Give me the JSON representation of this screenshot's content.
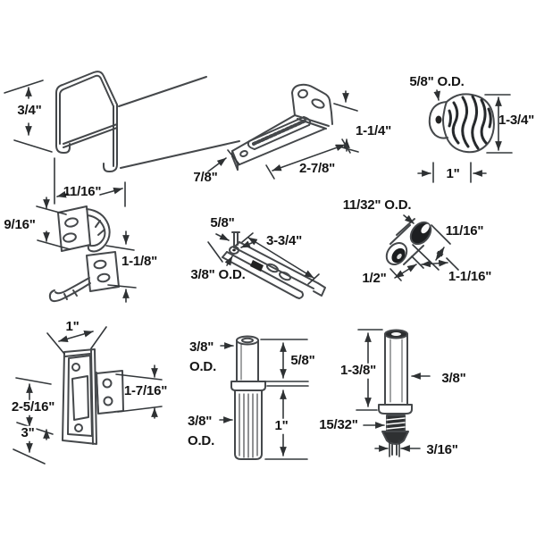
{
  "canvas": {
    "background": "#ffffff",
    "line_color": "#45484b",
    "dim_line_color": "#34383b",
    "text_color": "#141414"
  },
  "parts": {
    "top_track": {
      "dims": {
        "height": "3/4\"",
        "width": "11/16\"",
        "depth": "7/8\""
      }
    },
    "bottom_bracket": {
      "dims": {
        "flange_height": "1-1/4\"",
        "length": "2-7/8\""
      }
    },
    "knob": {
      "dims": {
        "outer_diameter": "5/8\" O.D.",
        "height": "1-3/4\"",
        "width": "1\""
      }
    },
    "corner_brackets": {
      "dims": {
        "upper_height": "9/16\"",
        "lower_height": "1-1/8\""
      }
    },
    "floor_bracket": {
      "dims": {
        "pin_height": "5/8\"",
        "length": "3-3/4\"",
        "pin_od": "3/8\" O.D."
      }
    },
    "roller_guide": {
      "dims": {
        "wheel_od": "11/32\" O.D.",
        "wheel_width": "11/16\"",
        "hub_length": "1/2\"",
        "overall_length": "1-1/16\""
      }
    },
    "hinge": {
      "dims": {
        "top_width": "1\"",
        "hole_spacing": "2-5/16\"",
        "height": "3\"",
        "leaf_height": "1-7/16\""
      }
    },
    "pivot_pin": {
      "dims": {
        "top_od": "3/8\"\nO.D.",
        "top_length": "5/8\"",
        "shaft_od": "3/8\"\nO.D.",
        "shaft_length": "1\""
      }
    },
    "spring_pivot": {
      "dims": {
        "body_length": "1-3/8\"",
        "body_od": "3/8\"",
        "spring_od": "15/32\"",
        "tip_od": "3/16\""
      }
    }
  }
}
